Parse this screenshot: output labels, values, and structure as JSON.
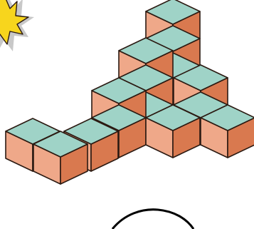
{
  "diagram": {
    "kind": "isometric cube stack",
    "cube_count": 15,
    "colors": {
      "top_face": "#9fd3c7",
      "left_face": "#efa889",
      "right_face": "#d9794f",
      "outline": "#2b1a12",
      "starburst": "#f7d51d",
      "starburst_shadow": "#8a8a8a"
    },
    "icons": [
      "starburst-icon"
    ],
    "decorations": [
      "speech-oval-partial"
    ]
  }
}
